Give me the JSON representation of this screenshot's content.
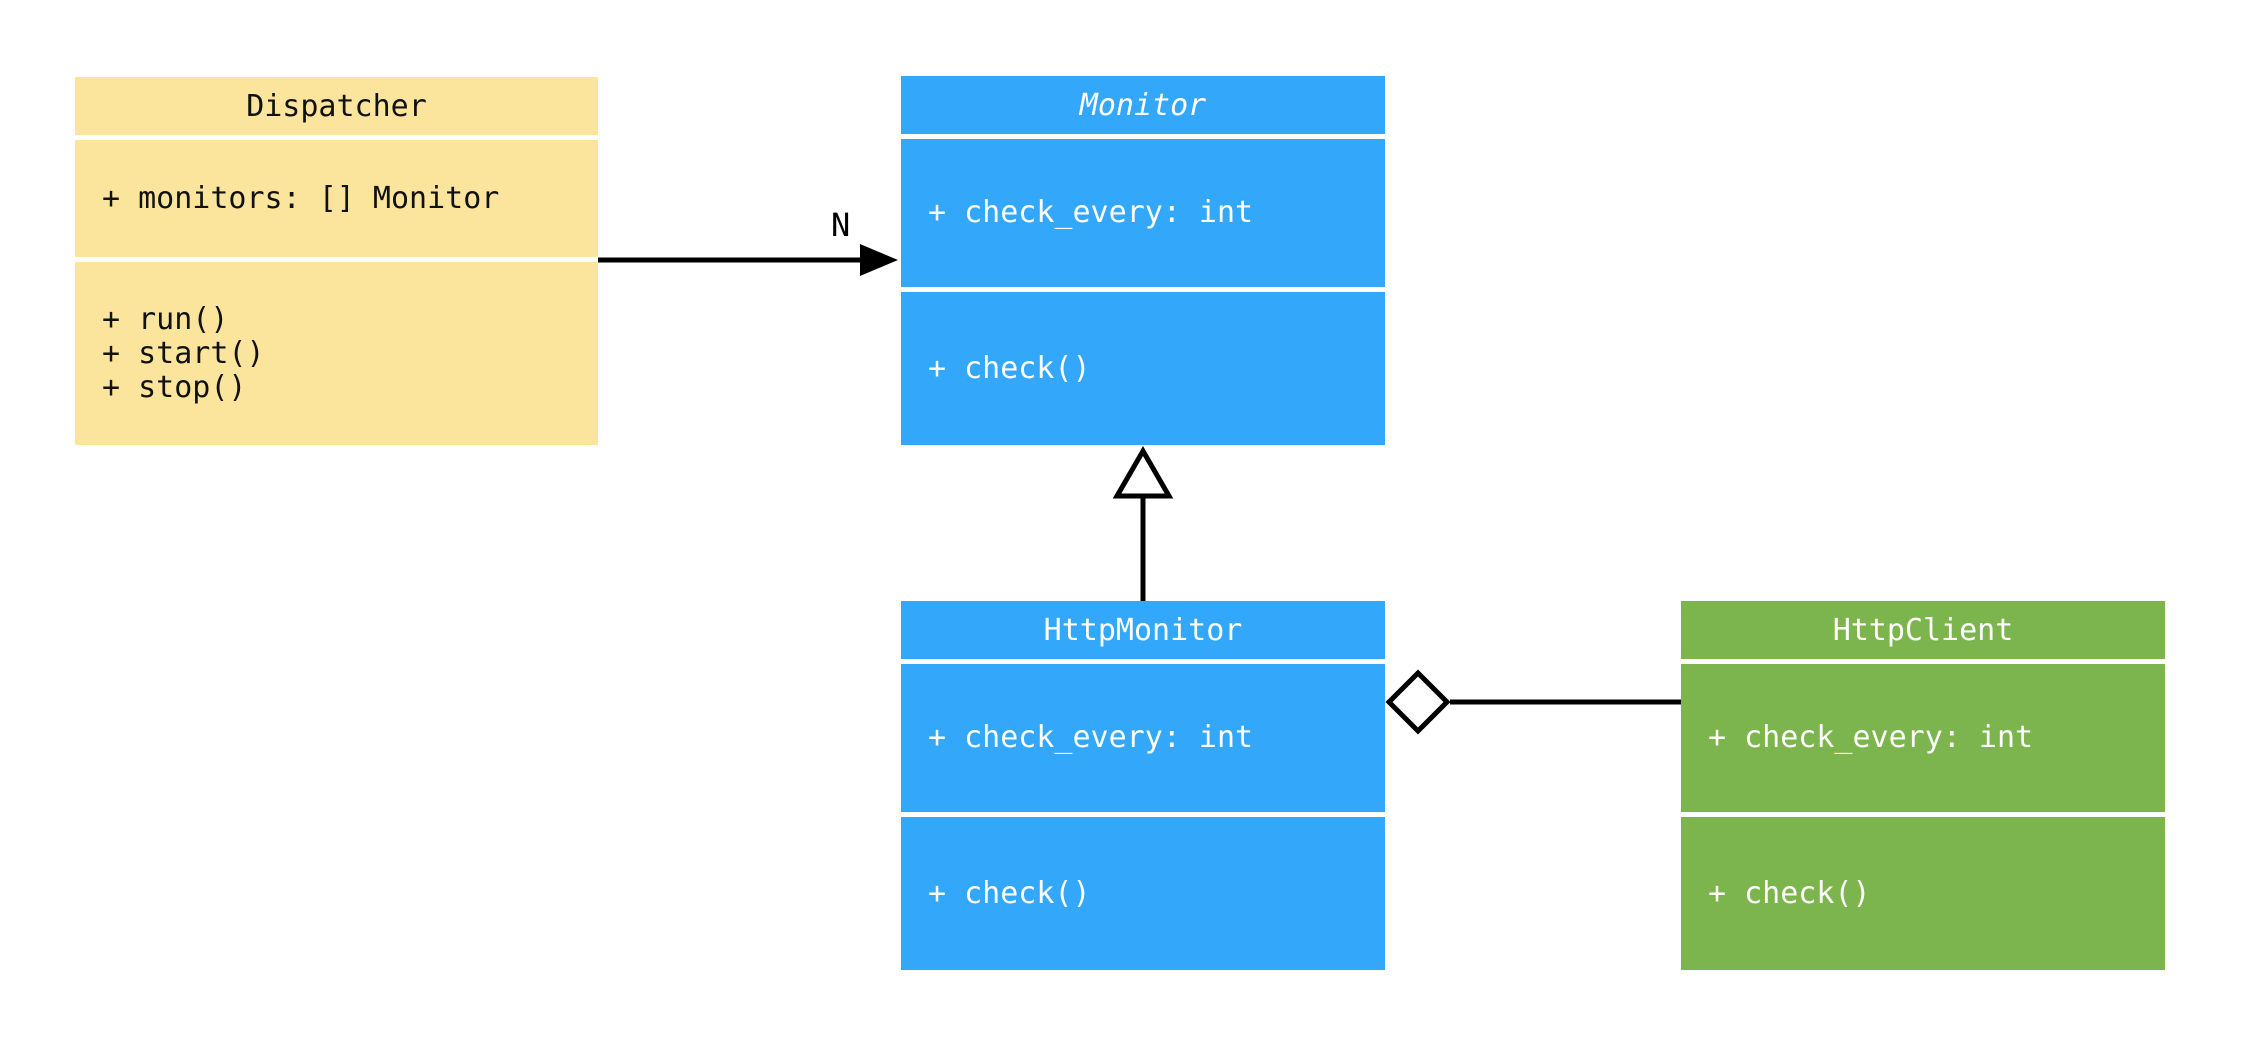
{
  "diagram": {
    "type": "uml-class-diagram",
    "colors": {
      "dispatcher_fill": "#FBE59D",
      "monitor_fill": "#33A8FA",
      "http_monitor_fill": "#33A8FA",
      "http_client_fill": "#7CB54D",
      "connector": "#000000",
      "text_on_light": "#111111",
      "text_on_dark": "#ffffff",
      "background": "#ffffff"
    },
    "classes": [
      {
        "name": "Dispatcher",
        "abstract": false,
        "fill": "yellow",
        "attributes": [
          "+ monitors: [] Monitor"
        ],
        "methods": [
          "+ run()",
          "+ start()",
          "+ stop()"
        ]
      },
      {
        "name": "Monitor",
        "abstract": true,
        "fill": "blue",
        "attributes": [
          "+ check_every: int"
        ],
        "methods": [
          "+ check()"
        ]
      },
      {
        "name": "HttpMonitor",
        "abstract": false,
        "fill": "blue",
        "attributes": [
          "+ check_every: int"
        ],
        "methods": [
          "+ check()"
        ]
      },
      {
        "name": "HttpClient",
        "abstract": false,
        "fill": "green",
        "attributes": [
          "+ check_every: int"
        ],
        "methods": [
          "+ check()"
        ]
      }
    ],
    "relationships": [
      {
        "type": "directed-association",
        "from": "Dispatcher",
        "to": "Monitor",
        "label": "N",
        "arrowhead": "filled-arrow"
      },
      {
        "type": "inheritance",
        "from": "HttpMonitor",
        "to": "Monitor",
        "label": "",
        "arrowhead": "hollow-triangle"
      },
      {
        "type": "aggregation",
        "from": "HttpMonitor",
        "to": "HttpClient",
        "label": "",
        "arrowhead": "hollow-diamond"
      }
    ]
  }
}
